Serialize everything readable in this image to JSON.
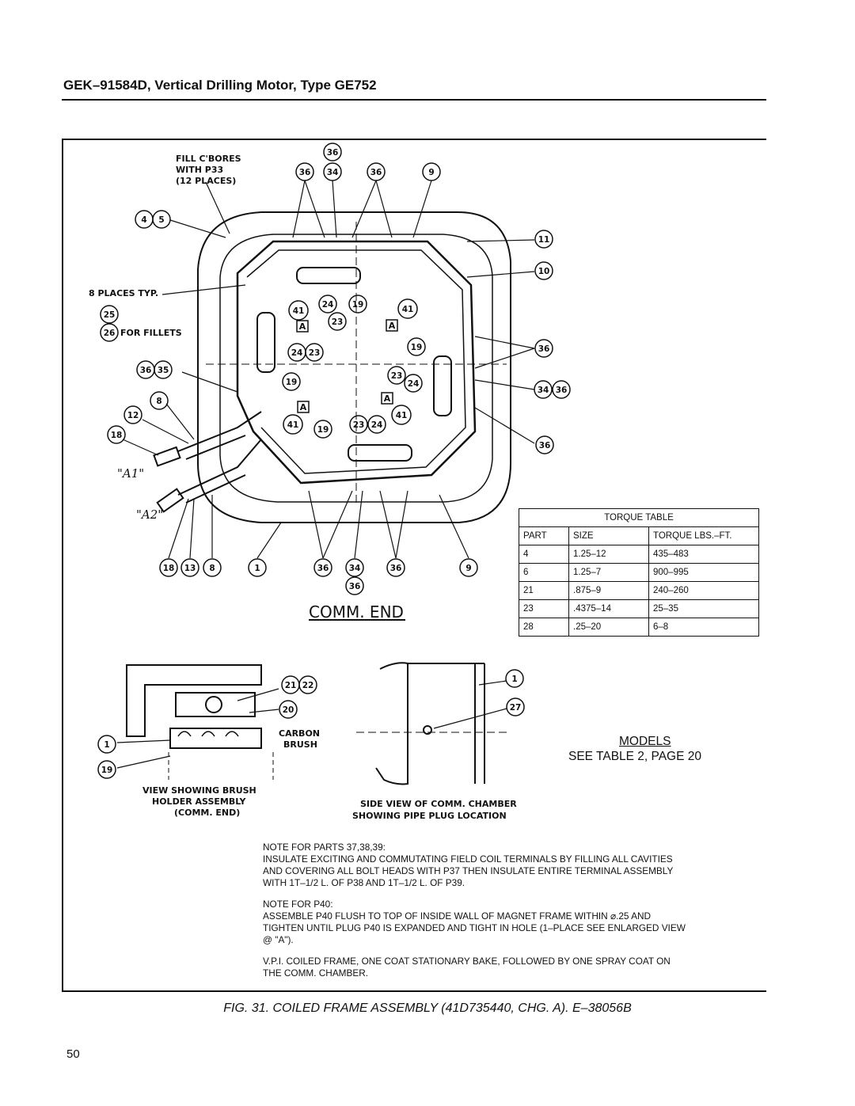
{
  "header": {
    "title": "GEK–91584D, Vertical Drilling Motor, Type GE752"
  },
  "drawing": {
    "fill_cbores": [
      "FILL C'BORES",
      "WITH P33",
      "(12 PLACES)"
    ],
    "places_typ": "8 PLACES TYP.",
    "for_fillets": "FOR FILLETS",
    "comm_end": "COMM. END",
    "carbon_brush": [
      "CARBON",
      "BRUSH"
    ],
    "view_brush_holder": [
      "VIEW SHOWING BRUSH",
      "HOLDER ASSEMBLY",
      "(COMM. END)"
    ],
    "side_view": [
      "SIDE VIEW OF COMM. CHAMBER",
      "SHOWING PIPE PLUG LOCATION"
    ],
    "view_a1": "\"A1\"",
    "view_a2": "\"A2\"",
    "detail_a": "A",
    "callouts": {
      "c4": "4",
      "c5": "5",
      "c36": "36",
      "c34": "34",
      "c9": "9",
      "c11": "11",
      "c10": "10",
      "c25": "25",
      "c26": "26",
      "c35": "35",
      "c8": "8",
      "c12": "12",
      "c18": "18",
      "c41": "41",
      "c24": "24",
      "c19": "19",
      "c23": "23",
      "c13": "13",
      "c1": "1",
      "c21": "21",
      "c22": "22",
      "c20": "20",
      "c27": "27"
    }
  },
  "torque_table": {
    "title": "TORQUE TABLE",
    "columns": [
      "PART",
      "SIZE",
      "TORQUE LBS.–FT."
    ],
    "rows": [
      [
        "4",
        "1.25–12",
        "435–483"
      ],
      [
        "6",
        "1.25–7",
        "900–995"
      ],
      [
        "21",
        ".875–9",
        "240–260"
      ],
      [
        "23",
        ".4375–14",
        "25–35"
      ],
      [
        "28",
        ".25–20",
        "6–8"
      ]
    ]
  },
  "models": {
    "line1": "MODELS",
    "line2": "SEE TABLE 2, PAGE  20"
  },
  "notes": {
    "note1_title": "NOTE FOR PARTS 37,38,39:",
    "note1_lines": [
      "INSULATE EXCITING AND COMMUTATING FIELD COIL TERMINALS BY FILLING ALL CAVITIES",
      "AND COVERING ALL BOLT HEADS WITH P37 THEN INSULATE ENTIRE TERMINAL ASSEMBLY",
      "WITH 1T–1/2 L. OF P38 AND 1T–1/2 L. OF P39."
    ],
    "note2_title": "NOTE FOR P40:",
    "note2_lines": [
      "ASSEMBLE P40 FLUSH TO TOP OF INSIDE WALL OF MAGNET FRAME WITHIN ⌀.25 AND",
      "TIGHTEN UNTIL PLUG P40 IS EXPANDED AND TIGHT IN HOLE (1–PLACE SEE ENLARGED VIEW",
      "@ \"A\")."
    ],
    "note3_lines": [
      "V.P.I. COILED FRAME, ONE COAT STATIONARY BAKE, FOLLOWED BY ONE SPRAY COAT ON",
      "THE COMM. CHAMBER."
    ]
  },
  "caption": "FIG. 31.  COILED FRAME ASSEMBLY (41D735440, CHG. A).  E–38056B",
  "page_number": "50"
}
